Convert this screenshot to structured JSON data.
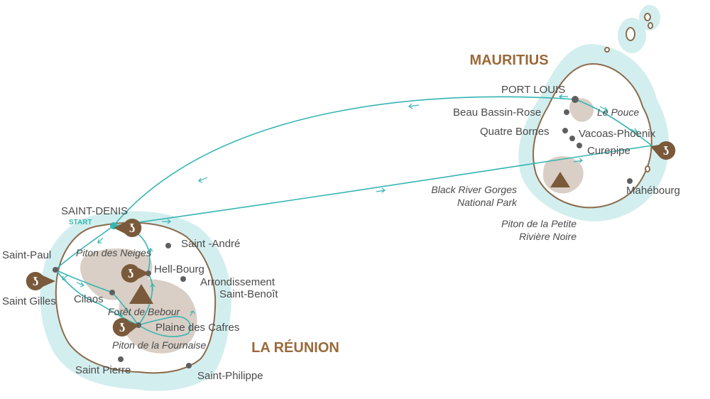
{
  "colors": {
    "sea": "#d3eeee",
    "coast": "#8b6a4c",
    "land": "#ffffff",
    "relief": "#d9cfc6",
    "route": "#35b5b3",
    "marker": "#7a5a3a",
    "dot": "#5f5f5f",
    "country_label": "#9a6a3a"
  },
  "countries": {
    "mauritius": "MAURITIUS",
    "reunion": "LA RÉUNION"
  },
  "start_label": "START",
  "reunion_places": {
    "saint_denis": "SAINT-DENIS",
    "saint_andre": "Saint -André",
    "saint_paul": "Saint-Paul",
    "saint_gilles": "Saint Gilles",
    "hell_bourg": "Hell-Bourg",
    "arrondissement": "Arrondissement",
    "saint_benoit": "Saint-Benoît",
    "cilaos": "Cilaos",
    "plaine_des_cafres": "Plaine des Cafres",
    "saint_pierre": "Saint Pierre",
    "saint_philippe": "Saint-Philippe"
  },
  "reunion_features": {
    "piton_des_neiges": "Piton des Neiges",
    "foret_de_bebour": "Forêt de Bebour",
    "piton_de_la_fournaise": "Piton de la Fournaise"
  },
  "mauritius_places": {
    "port_louis": "PORT LOUIS",
    "beau_bassin": "Beau Bassin-Rose",
    "quatre_bornes": "Quatre Bornes",
    "vacoas": "Vacoas-Phoenix",
    "curepipe": "Curepipe",
    "mahebourg": "Mahébourg"
  },
  "mauritius_features": {
    "le_pouce": "Le Pouce",
    "black_river_1": "Black River Gorges",
    "black_river_2": "National Park",
    "piton_petite_1": "Piton de la Petite",
    "piton_petite_2": "Rivière Noire"
  },
  "icons": [
    "overnight-stay-marker-icon",
    "mountain-icon",
    "route-arrow-icon"
  ]
}
